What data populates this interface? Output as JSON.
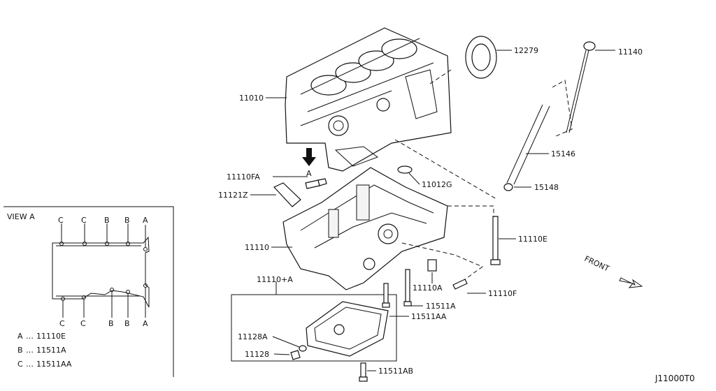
{
  "diagram_code": "J11000T0",
  "front_label": "FRONT",
  "view": {
    "title": "VIEW A",
    "top_markers": [
      "C",
      "C",
      "B",
      "B",
      "A"
    ],
    "bottom_markers": [
      "C",
      "C",
      "B",
      "B",
      "A"
    ],
    "legend": [
      {
        "key": "A",
        "part": "11110E"
      },
      {
        "key": "B",
        "part": "11511A"
      },
      {
        "key": "C",
        "part": "11511AA"
      }
    ]
  },
  "arrow_marker": "A",
  "parts": {
    "p12279": "12279",
    "p11140": "11140",
    "p11010": "11010",
    "p15146": "15146",
    "p11110FA": "11110FA",
    "p11012G": "11012G",
    "p15148": "15148",
    "p11121Z": "11121Z",
    "p11110E": "11110E",
    "p11110": "11110",
    "p11110A_set": "11110+A",
    "p11110A": "11110A",
    "p11110F": "11110F",
    "p11511A": "11511A",
    "p11511AA": "11511AA",
    "p11128A": "11128A",
    "p11128": "11128",
    "p11511AB": "11511AB"
  }
}
